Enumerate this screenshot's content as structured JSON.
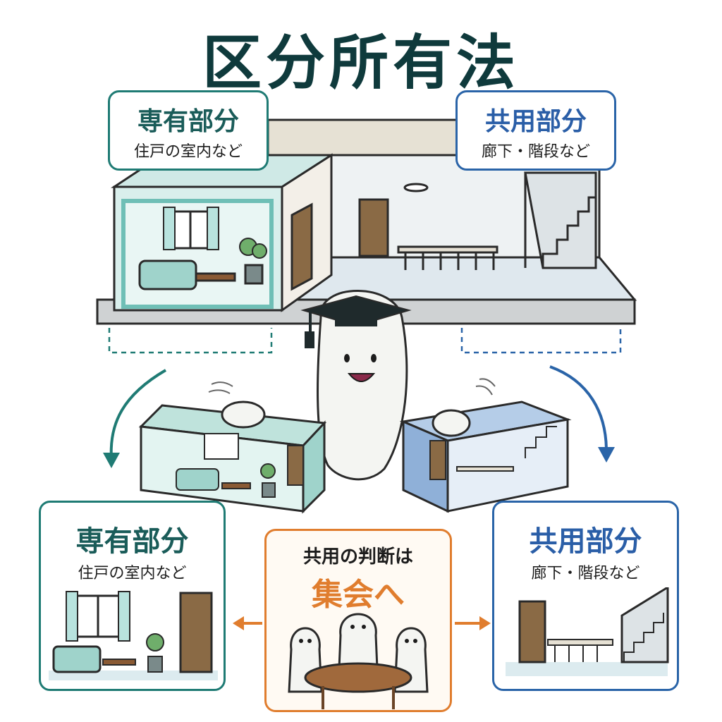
{
  "title": "区分所有法",
  "top_private": {
    "heading": "専有部分",
    "sub": "住戸の室内など"
  },
  "top_common": {
    "heading": "共用部分",
    "sub": "廊下・階段など"
  },
  "bottom_private": {
    "heading": "専有部分",
    "sub": "住戸の室内など"
  },
  "bottom_common": {
    "heading": "共用部分",
    "sub": "廊下・階段など"
  },
  "center": {
    "line1": "共用の判断は",
    "line2": "集会へ"
  },
  "colors": {
    "teal": "#1f7b74",
    "blue": "#2a64a8",
    "orange": "#e07d2e",
    "title": "#0f3a3c"
  }
}
